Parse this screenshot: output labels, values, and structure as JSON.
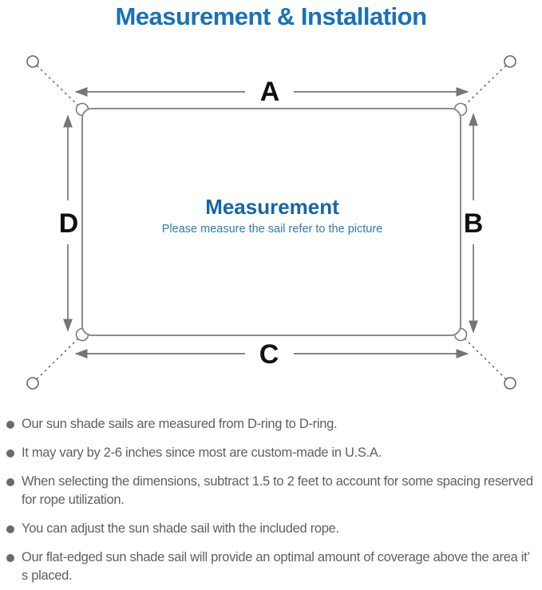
{
  "page": {
    "title": "Measurement & Installation"
  },
  "diagram": {
    "type": "sun-shade-sail-measurement-schematic",
    "labels": {
      "a": "A",
      "b": "B",
      "c": "C",
      "d": "D"
    },
    "center": {
      "title": "Measurement",
      "subtitle": "Please measure the sail refer to the picture"
    }
  },
  "notes": [
    "Our sun shade sails are measured from D-ring to D-ring.",
    "It may vary by 2-6 inches since most are custom-made in U.S.A.",
    "When selecting the dimensions, subtract 1.5 to 2 feet to account for some spacing reserved for rope utilization.",
    "You can adjust the sun shade sail with the included rope.",
    "Our flat-edged sun shade sail will provide an optimal amount of coverage above the area it’ s placed."
  ],
  "colors": {
    "title_blue": "#1871b9",
    "center_title_blue": "#1565ab",
    "subtitle_blue": "#2e7cb0",
    "dimension_label_black": "#111111",
    "sail_outline_gray": "#8c8c8c",
    "arrow_gray": "#757575",
    "note_text_gray": "#606060"
  }
}
